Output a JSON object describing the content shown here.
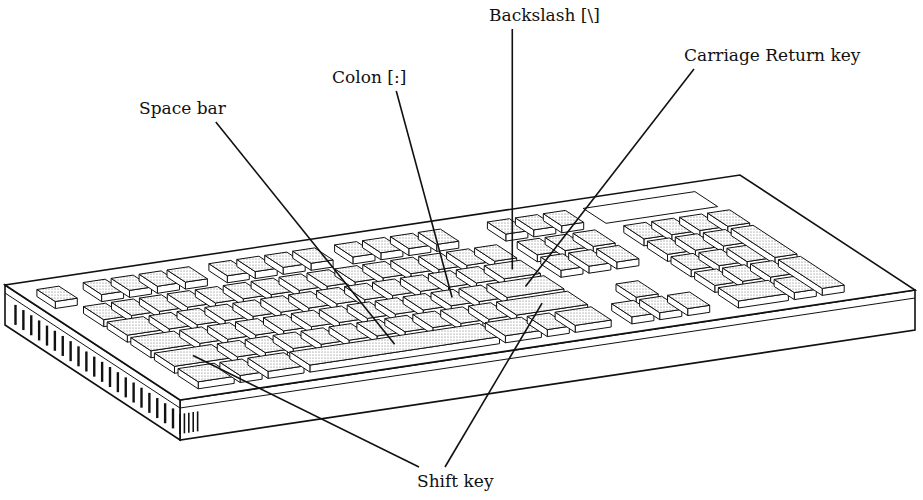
{
  "diagram": {
    "labels": [
      "Backslash [\\]",
      "Carriage Return key",
      "Colon [:]",
      "Space bar",
      "Shift key"
    ]
  }
}
